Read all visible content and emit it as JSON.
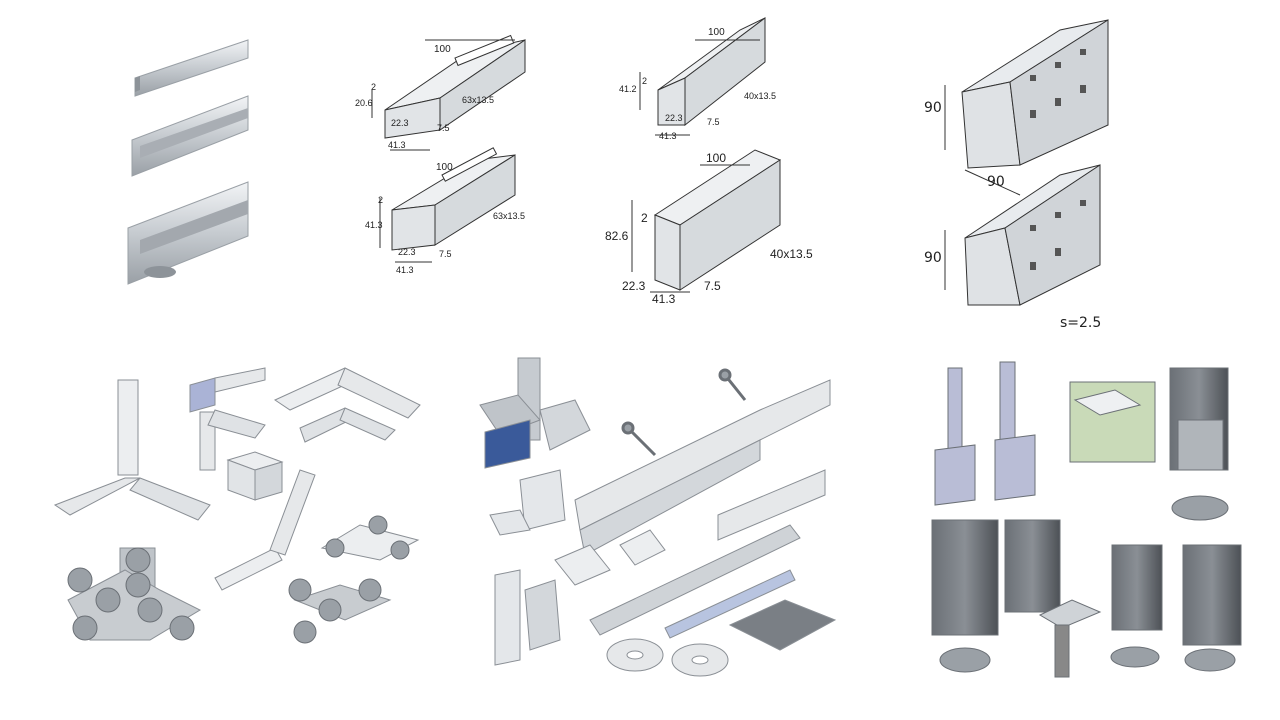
{
  "panels": {
    "profile_small_drawing": {
      "length_mark": "100",
      "thickness": "2",
      "height": "20.6",
      "slot": "63x13.5",
      "lip": "22.3",
      "hole": "7.5",
      "width": "41.3"
    },
    "profile_mid_drawing": {
      "length_mark": "100",
      "thickness": "2",
      "height": "41.3",
      "slot": "63x13.5",
      "lip": "22.3",
      "hole": "7.5",
      "width": "41.3"
    },
    "profile_double_small_drawing": {
      "length_mark": "100",
      "thickness": "2",
      "height": "41.2",
      "slot": "40x13.5",
      "lip": "22.3",
      "hole": "7.5",
      "width": "41.3"
    },
    "profile_double_large_drawing": {
      "length_mark": "100",
      "thickness": "2",
      "height": "82.6",
      "slot": "40x13.5",
      "lip": "22.3",
      "hole": "7.5",
      "width": "41.3"
    },
    "square_profile_drawing": {
      "height_top": "90",
      "width": "90",
      "height_bottom": "90",
      "wall": "s=2.5"
    }
  },
  "colors": {
    "steel_light": "#e4e7ea",
    "steel_mid": "#bfc4c9",
    "steel_dark": "#8d9399",
    "line": "#333333",
    "photo_bg": "#d8dcd0",
    "dark_profile": "#5a5e63"
  }
}
